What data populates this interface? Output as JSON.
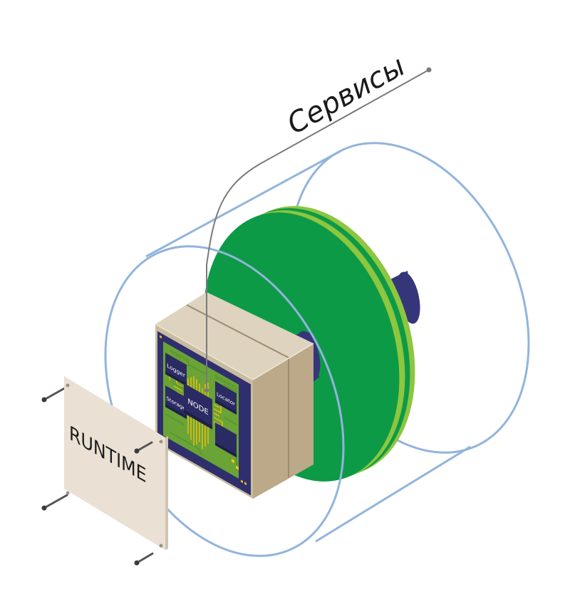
{
  "labels": {
    "services": "Сервисы",
    "runtime": "RUNTIME",
    "node": "NODE"
  },
  "chips": {
    "logger": "Logger",
    "storage": "Storage",
    "locator": "Locator"
  },
  "silk": {
    "logging": "logging",
    "storage": "storage",
    "gateway": "gateway",
    "isolate": "isolate"
  },
  "colors": {
    "cylinder_outline": "#92b4dc",
    "disc_dark": "#0d9a47",
    "disc_light": "#8dc63f",
    "shaft": "#35367a",
    "box_front": "#c9bba0",
    "box_top": "#ddd3bf",
    "box_side": "#bba989",
    "pcb_board": "#6aa336",
    "pcb_bezel": "#2f2f6e",
    "trace": "#ffc20e",
    "chip": "#2b2b63",
    "plate": "#eae0d3",
    "pin": "#555555",
    "leader_line": "#7a7a7a"
  }
}
